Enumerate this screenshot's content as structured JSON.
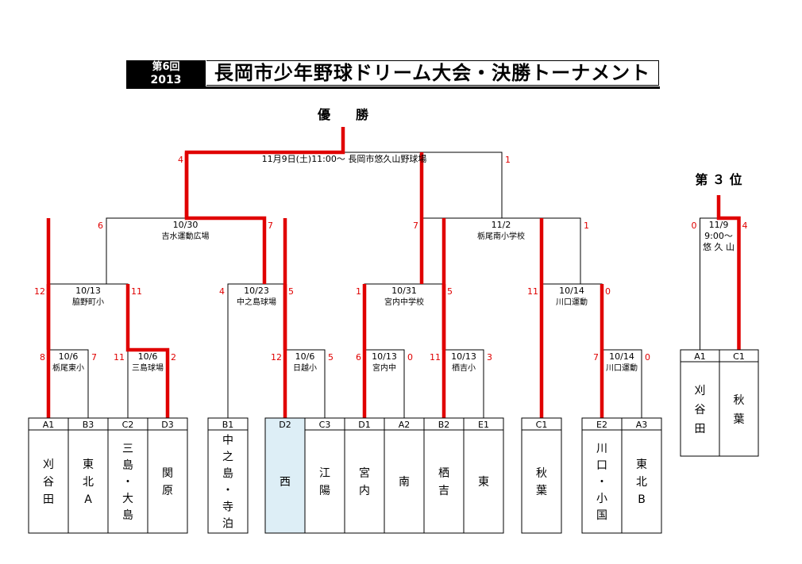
{
  "header": {
    "edition": "第6回",
    "year": "2013",
    "title": "長岡市少年野球ドリーム大会・決勝トーナメント"
  },
  "champion_label": "優　　勝",
  "third_place_label": "第 ３ 位",
  "colors": {
    "win": "#e00000",
    "line": "#000000",
    "highlight": "#ddeef6"
  },
  "teams": [
    {
      "code": "A1",
      "name": "刈谷田"
    },
    {
      "code": "B3",
      "name": "東北A"
    },
    {
      "code": "C2",
      "name": "三島・大島"
    },
    {
      "code": "D3",
      "name": "関原"
    },
    {
      "code": "B1",
      "name": "中之島・寺泊"
    },
    {
      "code": "D2",
      "name": "西"
    },
    {
      "code": "C3",
      "name": "江陽"
    },
    {
      "code": "D1",
      "name": "宮内"
    },
    {
      "code": "A2",
      "name": "南"
    },
    {
      "code": "B2",
      "name": "栖吉"
    },
    {
      "code": "E1",
      "name": "東"
    },
    {
      "code": "C1",
      "name": "秋葉"
    },
    {
      "code": "E2",
      "name": "川口・小国"
    },
    {
      "code": "A3",
      "name": "東北B"
    }
  ],
  "third_teams": [
    {
      "code": "A1",
      "name": "刈谷田"
    },
    {
      "code": "C1",
      "name": "秋葉"
    }
  ],
  "matches": [
    {
      "id": "m1",
      "date": "10/6",
      "venue": "栃尾東小",
      "score_l": "8",
      "score_r": "7",
      "winner": "L"
    },
    {
      "id": "m2",
      "date": "10/6",
      "venue": "三島球場",
      "score_l": "11",
      "score_r": "2",
      "winner": "R"
    },
    {
      "id": "m3",
      "date": "10/6",
      "venue": "日越小",
      "score_l": "12",
      "score_r": "5",
      "winner": "L"
    },
    {
      "id": "m4",
      "date": "10/13",
      "venue": "宮内中",
      "score_l": "6",
      "score_r": "0",
      "winner": "L"
    },
    {
      "id": "m5",
      "date": "10/13",
      "venue": "栖吉小",
      "score_l": "11",
      "score_r": "3",
      "winner": "L"
    },
    {
      "id": "m6",
      "date": "10/14",
      "venue": "川口運動",
      "score_l": "7",
      "score_r": "0",
      "winner": "L"
    },
    {
      "id": "q1",
      "date": "10/13",
      "venue": "脇野町小",
      "score_l": "12",
      "score_r": "11",
      "winner": "L"
    },
    {
      "id": "q2",
      "date": "10/23",
      "venue": "中之島球場",
      "score_l": "4",
      "score_r": "5",
      "winner": "R"
    },
    {
      "id": "q3",
      "date": "10/31",
      "venue": "宮内中学校",
      "score_l": "1",
      "score_r": "5",
      "winner": "R"
    },
    {
      "id": "q4",
      "date": "10/14",
      "venue": "川口運動",
      "score_l": "11",
      "score_r": "0",
      "winner": "L"
    },
    {
      "id": "s1",
      "date": "10/30",
      "venue": "吉水運動広場",
      "score_l": "6",
      "score_r": "7",
      "winner": "R"
    },
    {
      "id": "s2",
      "date": "11/2",
      "venue": "栃尾南小学校",
      "score_l": "7",
      "score_r": "1",
      "winner": "L"
    },
    {
      "id": "f",
      "date": "11月9日(土)11:00～ 長岡市悠久山野球場",
      "score_l": "4",
      "score_r": "1",
      "winner": "L"
    },
    {
      "id": "t",
      "date": "11/9",
      "time": "9:00～",
      "venue": "悠 久 山",
      "score_l": "0",
      "score_r": "4",
      "winner": "R"
    }
  ]
}
